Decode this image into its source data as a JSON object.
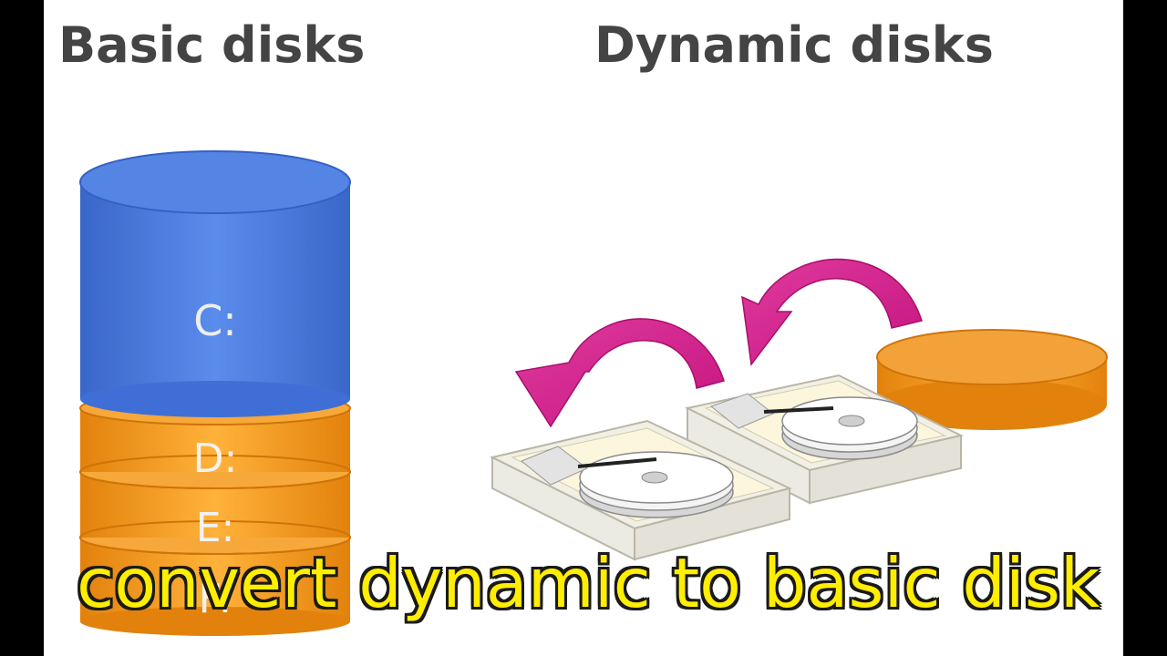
{
  "headings": {
    "basic": "Basic disks",
    "dynamic": "Dynamic disks"
  },
  "basic_stack": {
    "volumes": [
      {
        "label": "C:",
        "color": "#4d7fe0"
      },
      {
        "label": "D:",
        "color": "#f59a1c"
      },
      {
        "label": "E:",
        "color": "#f59a1c"
      },
      {
        "label": "F:",
        "color": "#f59a1c"
      }
    ]
  },
  "dynamic_group": {
    "icons": [
      "hard-drive-icon",
      "hard-drive-icon",
      "disk-platter-icon",
      "curved-arrow-icon",
      "curved-arrow-icon"
    ],
    "arrow_color": "#d6238f",
    "platter_color": "#f59a1c"
  },
  "caption": "convert dynamic to basic disk",
  "colors": {
    "caption_fill": "#ffee00",
    "caption_outline": "#1a1a1a",
    "heading": "#444444"
  }
}
